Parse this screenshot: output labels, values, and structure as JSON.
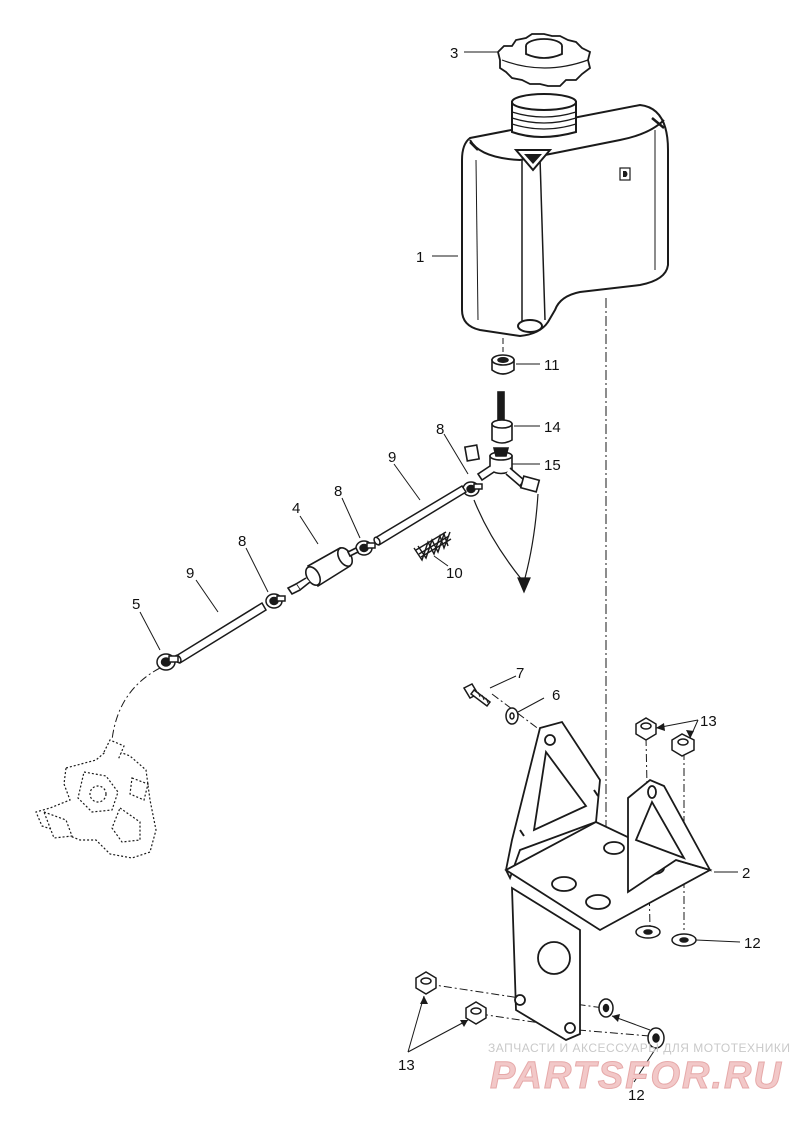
{
  "diagram": {
    "callouts": {
      "c1": "1",
      "c2": "2",
      "c3": "3",
      "c4": "4",
      "c5": "5",
      "c6": "6",
      "c7": "7",
      "c8a": "8",
      "c8b": "8",
      "c8c": "8",
      "c9a": "9",
      "c9b": "9",
      "c10": "10",
      "c11": "11",
      "c12a": "12",
      "c12b": "12",
      "c13a": "13",
      "c13b": "13",
      "c14": "14",
      "c15": "15"
    }
  },
  "watermark": {
    "tagline": "ЗАПЧАСТИ И АКСЕССУАРЫ ДЛЯ МОТОТЕХНИКИ",
    "logo": "PARTSFOR.RU"
  },
  "colors": {
    "line": "#1a1a1a",
    "part_fill": "#ffffff",
    "shade": "#d9d9d9",
    "watermark": "#e6a9a9"
  }
}
